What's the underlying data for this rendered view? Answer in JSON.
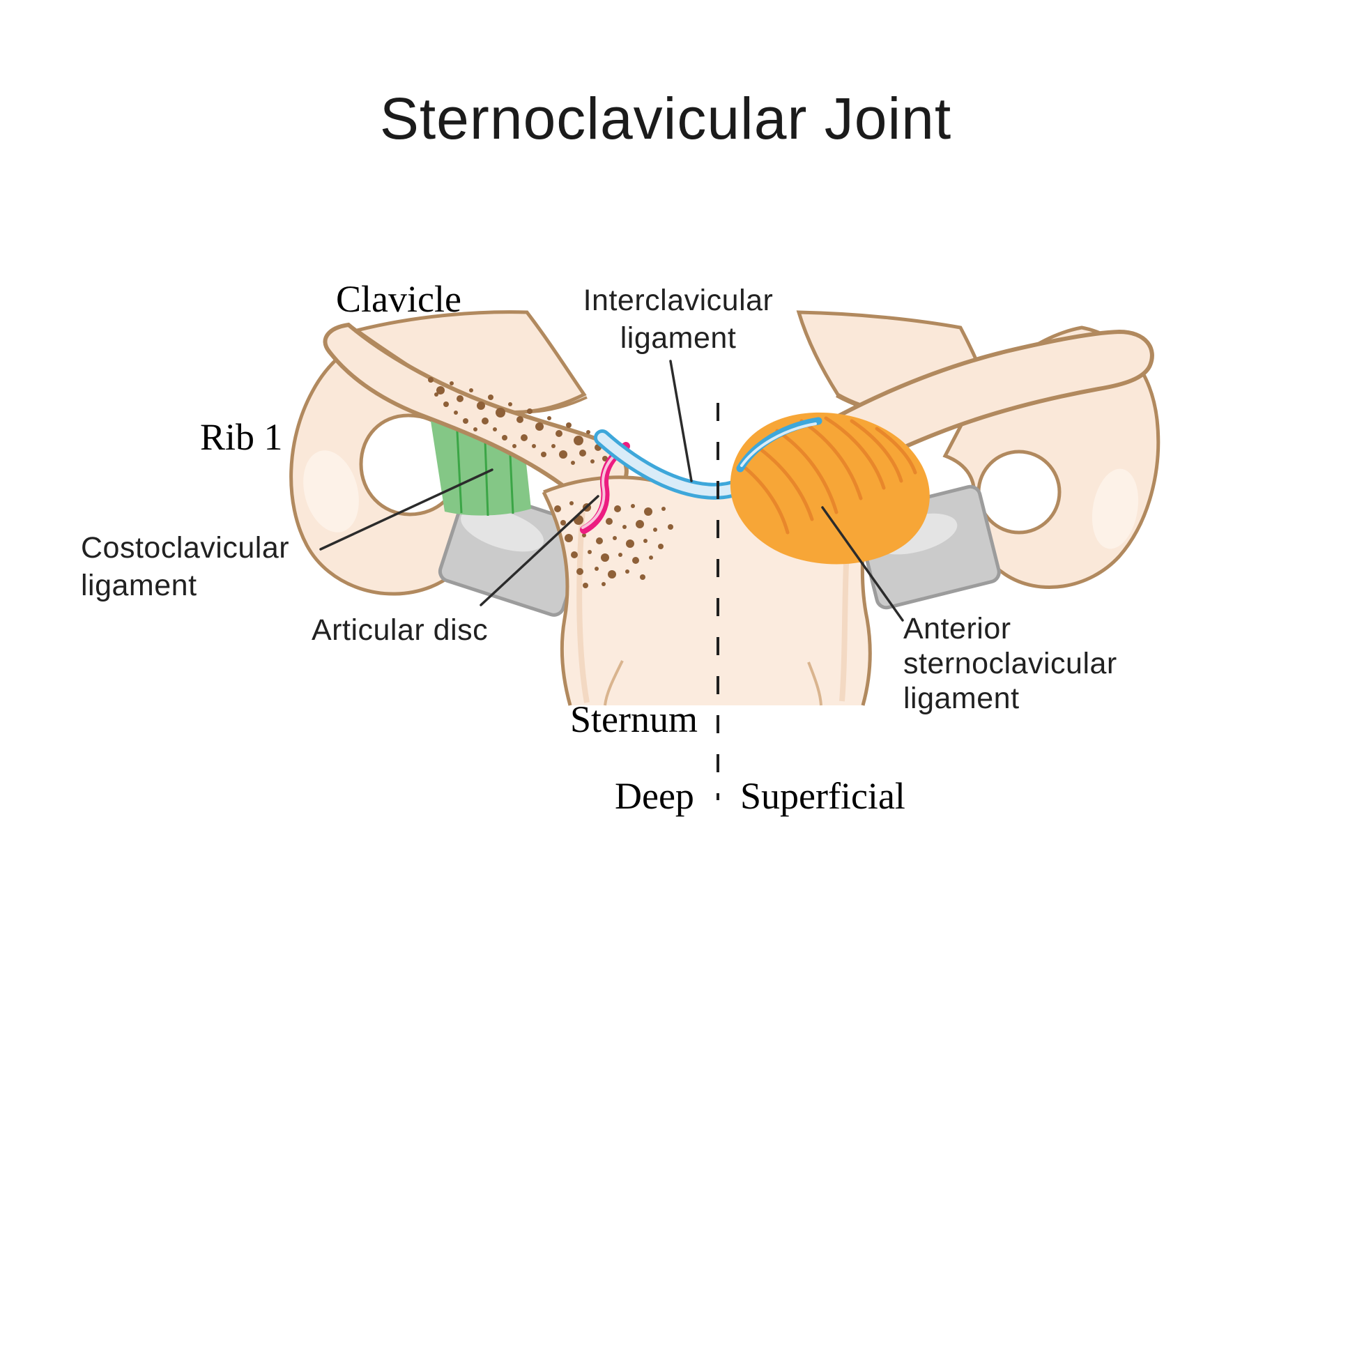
{
  "title": "Sternoclavicular Joint",
  "labels": {
    "clavicle": "Clavicle",
    "rib1": "Rib 1",
    "interclavicular": {
      "line1": "Interclavicular",
      "line2": "ligament"
    },
    "costoclavicular": {
      "line1": "Costoclavicular",
      "line2": "ligament"
    },
    "articular_disc": "Articular disc",
    "anterior_sternoclavicular": {
      "line1": "Anterior",
      "line2": "sternoclavicular",
      "line3": "ligament"
    },
    "sternum": "Sternum",
    "deep": "Deep",
    "superficial": "Superficial"
  },
  "colors": {
    "background": "#FFFFFF",
    "bone_fill": "#FAE8D9",
    "bone_highlight": "#FDF2E8",
    "bone_outline": "#B1895E",
    "bone_speckle": "#8E6038",
    "cartilage_fill": "#CBCBCB",
    "cartilage_highlight": "#E4E4E4",
    "cartilage_outline": "#9C9C9C",
    "costoclavicular_green": "#84C786",
    "costoclavicular_green_stripe": "#3BA546",
    "articular_disc_pink": "#EC1C80",
    "articular_disc_pink_inner": "#F9C4DC",
    "interclavicular_blue": "#3EA7DA",
    "interclavicular_blue_fill": "#D9ECF8",
    "anterior_ligament_orange": "#F7A637",
    "anterior_ligament_striation": "#E8872B",
    "leader_line": "#2B2B2B",
    "divider_line": "#1F1F1F",
    "text": "#1F1F1F"
  },
  "divider": {
    "orientation": "vertical",
    "style": "dashed",
    "left_side": "Deep",
    "right_side": "Superficial"
  }
}
